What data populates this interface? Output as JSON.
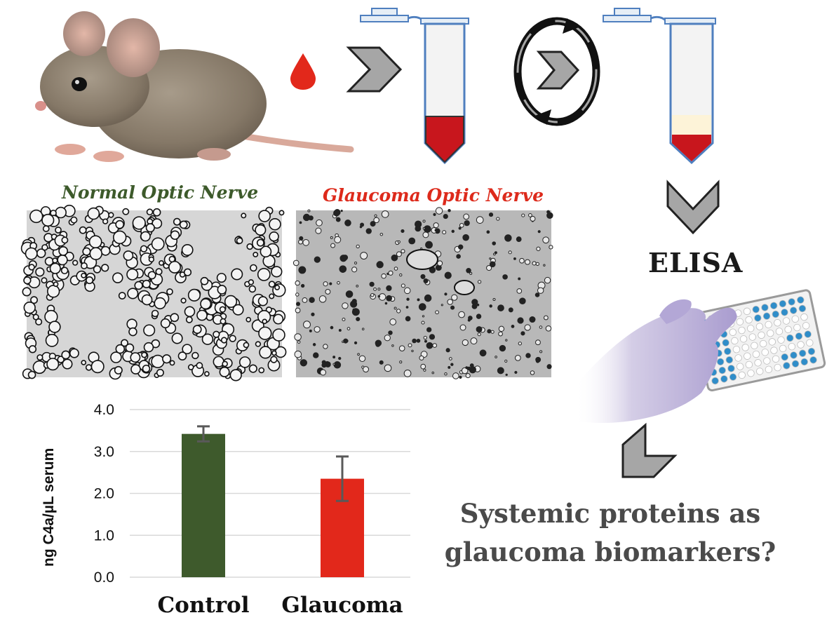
{
  "labels": {
    "normal_optic_nerve": "Normal Optic Nerve",
    "glaucoma_optic_nerve": "Glaucoma Optic Nerve",
    "elisa": "ELISA",
    "question_line1": "Systemic proteins as",
    "question_line2": "glaucoma biomarkers?"
  },
  "colors": {
    "control": "#3e5a2c",
    "glaucoma": "#e2281b",
    "normal_label": "#3d5a2b",
    "glaucoma_label": "#dd2a1b",
    "arrow_gray": "#a6a6a6",
    "blood_red": "#c8161d",
    "tube_outline": "#4f7fbf",
    "serum": "#fdf3d8",
    "glove": "#a99ccf",
    "plate_well_blue": "#2f8dc9"
  },
  "icons": [
    "mouse-image",
    "blood-drop-icon",
    "chevron-right-icon",
    "tube-icon",
    "centrifuge-cycle-icon",
    "chevron-down-icon",
    "gloved-hand-plate-image",
    "chevron-down-left-icon"
  ],
  "chart_data": {
    "type": "bar",
    "categories": [
      "Control",
      "Glaucoma"
    ],
    "values": [
      3.42,
      2.35
    ],
    "error": [
      0.18,
      0.53
    ],
    "ylabel": "ng C4a/µL serum",
    "ylim": [
      0,
      4.0
    ],
    "yticks": [
      "0.0",
      "1.0",
      "2.0",
      "3.0",
      "4.0"
    ],
    "grid": true
  }
}
